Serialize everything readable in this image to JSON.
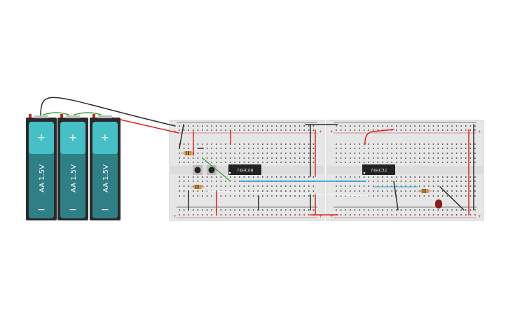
{
  "batteries": [
    {
      "label": "AA 1.5V",
      "plus": "+",
      "minus": "−"
    },
    {
      "label": "AA 1.5V",
      "plus": "+",
      "minus": "−"
    },
    {
      "label": "AA 1.5V",
      "plus": "+",
      "minus": "−"
    }
  ],
  "chips": [
    {
      "label": "74HC08"
    },
    {
      "label": "74HC32"
    }
  ],
  "colors": {
    "battery_body": "#2f7f86",
    "battery_top": "#45c0c6",
    "breadboard": "#e6e6e6",
    "wire_red": "#e0211c",
    "wire_black": "#2b2b2b",
    "wire_blue": "#1a93d0",
    "wire_green": "#3aa23a",
    "led": "#8b1a1a"
  },
  "rail": {
    "plus": "+",
    "minus": "−"
  }
}
